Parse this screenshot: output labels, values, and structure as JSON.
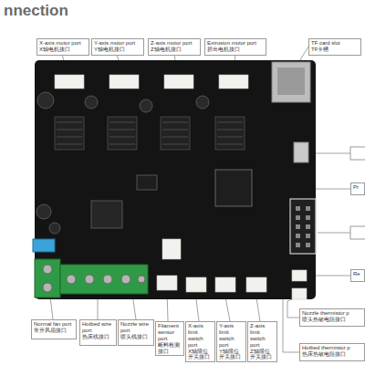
{
  "diagram": {
    "title": "nnection",
    "nodes": [
      {
        "text": [
          "X-axis motor port",
          "X轴电机接口"
        ]
      },
      {
        "text": [
          "Y-axis motor port",
          "Y轴电机接口"
        ]
      },
      {
        "text": [
          "Z-axis motor port",
          "Z轴电机接口"
        ]
      },
      {
        "text": [
          "Extrusion motor port",
          "挤出电机接口"
        ]
      },
      {
        "text": [
          "TF card slot",
          "TF卡槽"
        ]
      },
      {
        "text": [
          "Pr"
        ]
      },
      {
        "text": [
          "Re"
        ]
      },
      {
        "text": [
          "Nozzle thermistor p",
          "喷头热敏电阻接口"
        ]
      },
      {
        "text": [
          "Hotbed thermistor p",
          "热床热敏电阻接口"
        ]
      },
      {
        "text": [
          "Normal fan port",
          "常开风扇接口"
        ]
      },
      {
        "text": [
          "Hotbed wire port",
          "热床线接口"
        ]
      },
      {
        "text": [
          "Nozzle wire port",
          "喷头线接口"
        ]
      },
      {
        "text": [
          "Filament sensor port",
          "断料检测接口"
        ]
      },
      {
        "text": [
          "X-axis limit switch port",
          "X轴限位开关接口"
        ]
      },
      {
        "text": [
          "Y-axis limit switch port",
          "Y轴限位开关接口"
        ]
      },
      {
        "text": [
          "Z-axis limit switch port",
          "Z轴限位开关接口"
        ]
      }
    ]
  }
}
